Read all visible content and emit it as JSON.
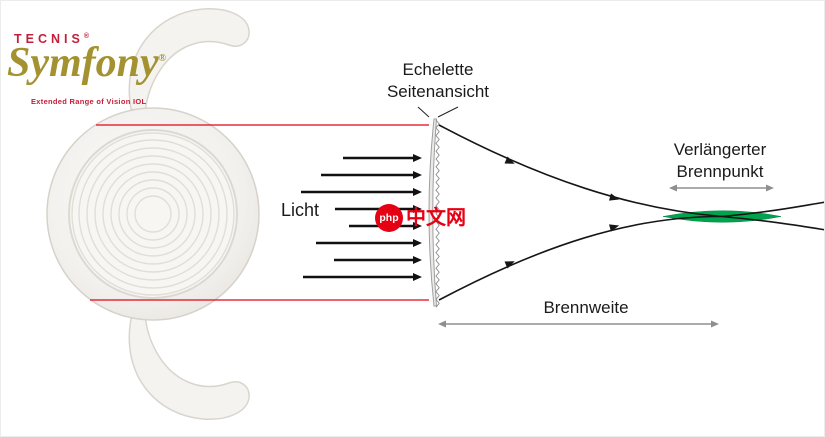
{
  "logo": {
    "brand": "TECNIS",
    "brand_mark": "®",
    "product": "Symfony",
    "product_mark": "®",
    "tagline": "Extended Range of Vision IOL"
  },
  "labels": {
    "echelette_line1": "Echelette",
    "echelette_line2": "Seitenansicht",
    "light": "Licht",
    "extended_focus_line1": "Verlängerter",
    "extended_focus_line2": "Brennpunkt",
    "focal_length": "Brennweite"
  },
  "watermark": {
    "badge": "php",
    "site": "中文网"
  },
  "colors": {
    "reference_line_red": "#e30613",
    "focus_zone_green": "#00a44f",
    "measure_arrow_gray": "#8f8f8f",
    "brand_red": "#c41e3a",
    "product_gold": "#a3922f",
    "watermark_red": "#e60013",
    "ray_black": "#161616"
  }
}
